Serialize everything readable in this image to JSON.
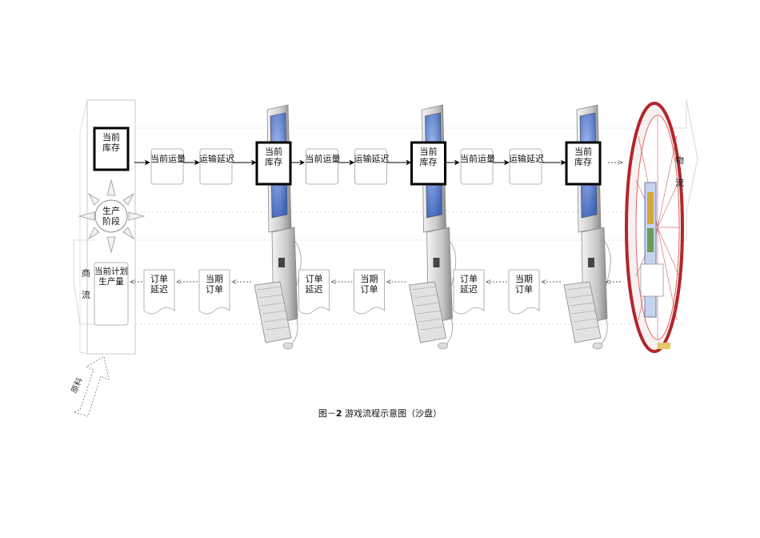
{
  "caption": {
    "prefix": "图－",
    "number": "2",
    "text": " 游戏流程示意图（沙盘）"
  },
  "factory": {
    "inventory_label": "当前\n库存",
    "stage_label": "生产\n阶段",
    "plan_label": "当前计划\n生产量"
  },
  "nodes": [
    {
      "transit_label": "当前运量",
      "delay_label": "运输延迟",
      "inventory_label": "当前\n库存",
      "order_delay_label": "订单\n延迟",
      "current_order_label": "当期\n订单"
    },
    {
      "transit_label": "当前运量",
      "delay_label": "运输延迟",
      "inventory_label": "当前\n库存",
      "order_delay_label": "订单\n延迟",
      "current_order_label": "当期\n订单"
    },
    {
      "transit_label": "当前运量",
      "delay_label": "运输延迟",
      "inventory_label": "当前\n库存",
      "order_delay_label": "订单\n延迟",
      "current_order_label": "当期\n订单"
    }
  ],
  "labels": {
    "logistics": [
      "物",
      "流"
    ],
    "commerce": [
      "商",
      "流"
    ],
    "raw_material": "原料"
  },
  "colors": {
    "line": "#000000",
    "box_border": "#9a9a9a",
    "thick_border": "#000000",
    "customer_red": "#b3262a",
    "screen_blue": "#6f8fd6"
  }
}
